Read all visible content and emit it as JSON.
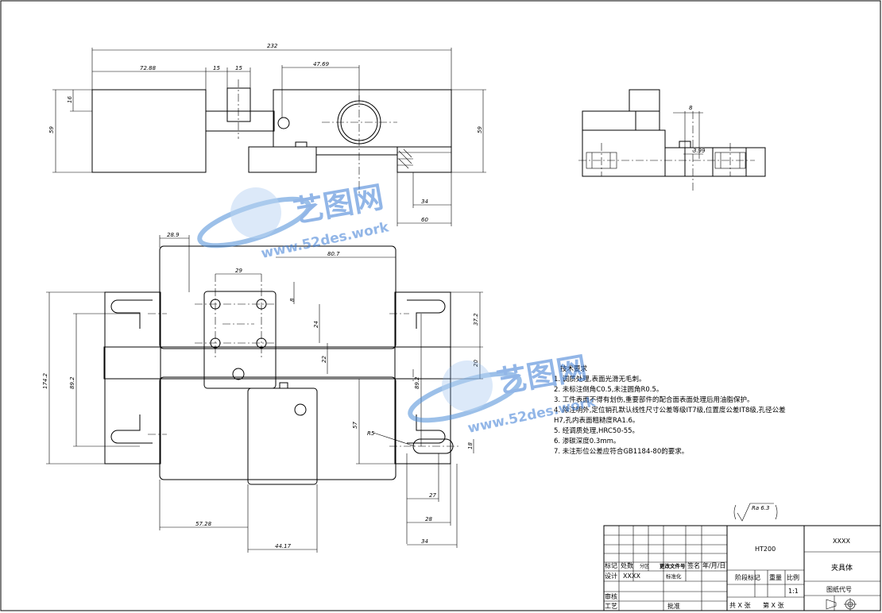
{
  "dimensions": {
    "top_view": {
      "overall_length": "232",
      "d72_88": "72.88",
      "d15a": "15",
      "d15b": "15",
      "d47_69": "47.69",
      "d16": "16",
      "height_left": "59",
      "height_right": "59",
      "d34": "34",
      "d60": "60"
    },
    "side_view": {
      "d8": "8",
      "d3_99": "3.99"
    },
    "plan_view": {
      "d28_9": "28.9",
      "d80_7": "80.7",
      "d29": "29",
      "d8": "8",
      "d24": "24",
      "d22": "22",
      "d37_2": "37.2",
      "d20": "20",
      "overall_height": "174.2",
      "d89_2_left": "89.2",
      "d89_2_right": "89.2",
      "d57": "57",
      "r5": "R5",
      "d18": "18",
      "d27": "27",
      "d28": "28",
      "d34": "34",
      "d57_28": "57.28",
      "d44_17": "44.17"
    }
  },
  "technical_notes": {
    "title": "技术要求",
    "items": [
      "1. 调质处理,表面光滑无毛刺。",
      "2. 未标注倒角C0.5,未注圆角R0.5。",
      "3. 工件表面不得有划伤,重要部件的配合面表面处理后用油脂保护。",
      "4. 除注明外,定位销孔默认线性尺寸公差等级IT7级,位置度公差IT8级,孔径公差",
      "H7,孔内表面粗糙度RA1.6。",
      "5. 经调质处理,HRC50-55。",
      "6. 渗碳深度0.3mm。",
      "7. 未注形位公差应符合GB1184-80的要求。"
    ]
  },
  "surface_roughness": "Ra 6.3",
  "title_block": {
    "material": "HT200",
    "company": "XXXX",
    "part_name": "夹具体",
    "drawing_no_label": "图纸代号",
    "scale": "1:1",
    "stage_label": "阶段标记",
    "weight_label": "重量",
    "scale_label": "比例",
    "total_sheets": "共 X 张",
    "sheet_no": "第 X 张",
    "row1": [
      "标记",
      "处数",
      "分区",
      "更改文件号",
      "签名",
      "年/月/日"
    ],
    "row2": [
      "设计",
      "XXXX",
      "",
      "标准化"
    ],
    "row3": [
      "审核"
    ],
    "row4": [
      "工艺",
      "",
      "",
      "批准"
    ]
  },
  "watermark": {
    "brand": "艺图网",
    "url": "www.52des.work"
  }
}
